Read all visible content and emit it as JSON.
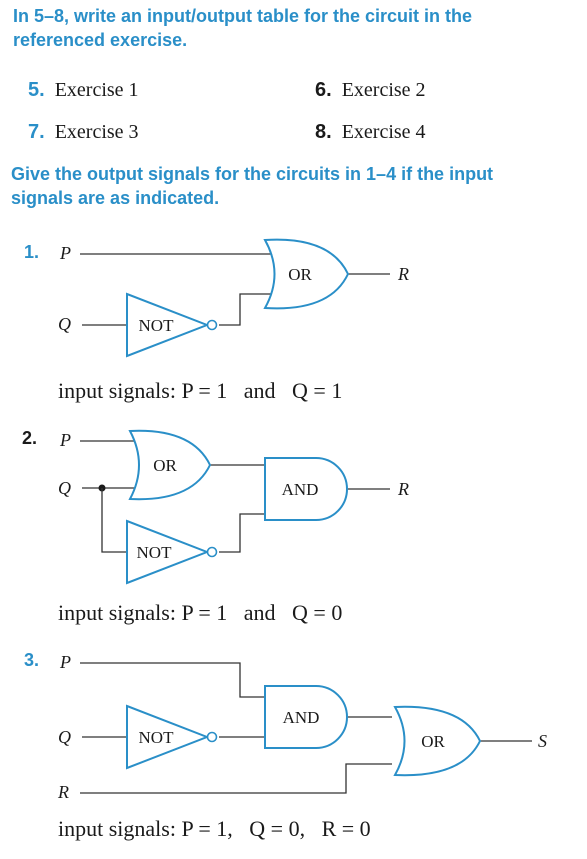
{
  "intro": {
    "line1": "In 5–8, write an input/output table for the circuit in the",
    "line2": "referenced exercise."
  },
  "exercises": [
    {
      "num": "5.",
      "text": "Exercise 1"
    },
    {
      "num": "6.",
      "text": "Exercise 2"
    },
    {
      "num": "7.",
      "text": "Exercise 3"
    },
    {
      "num": "8.",
      "text": "Exercise 4"
    }
  ],
  "instruction": {
    "line1": "Give the output signals for the circuits in 1–4 if the input",
    "line2": "signals are as indicated."
  },
  "problems": [
    {
      "num": "1.",
      "inputs": [
        "P",
        "Q"
      ],
      "gates": [
        "OR",
        "NOT"
      ],
      "output": "R",
      "signals_prefix": "input signals: ",
      "signals": "P = 1   and   Q = 1"
    },
    {
      "num": "2.",
      "inputs": [
        "P",
        "Q"
      ],
      "gates": [
        "OR",
        "AND",
        "NOT"
      ],
      "output": "R",
      "signals_prefix": "input signals: ",
      "signals": "P = 1   and   Q = 0"
    },
    {
      "num": "3.",
      "inputs": [
        "P",
        "Q",
        "R"
      ],
      "gates": [
        "AND",
        "NOT",
        "OR"
      ],
      "output": "S",
      "signals_prefix": "input signals: ",
      "signals": "P = 1,   Q = 0,   R = 0"
    }
  ],
  "colors": {
    "accent": "#2a8fc8",
    "text": "#1a1a1a",
    "wire": "#333333"
  }
}
